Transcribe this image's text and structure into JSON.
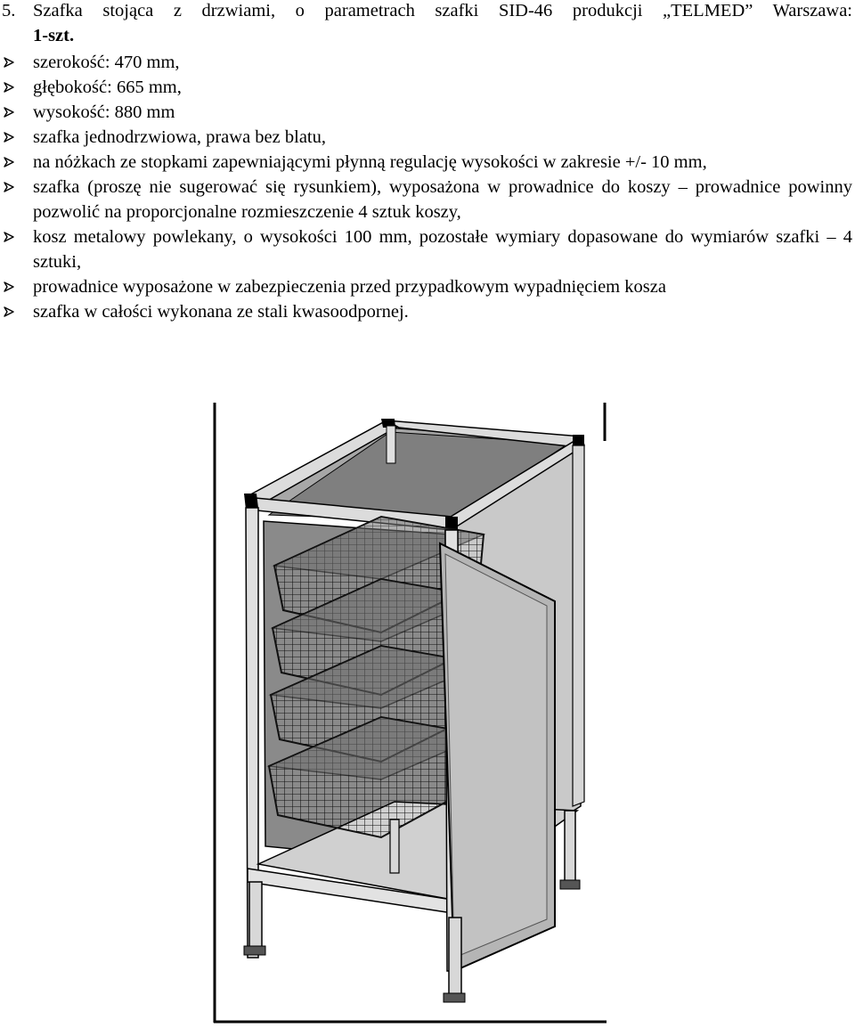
{
  "heading": {
    "number": "5.",
    "text": "Szafka stojąca z drzwiami, o parametrach szafki SID-46 produkcji „TELMED” Warszawa:",
    "quantity": "1-szt."
  },
  "items": [
    {
      "text": "szerokość: 470 mm,"
    },
    {
      "text": "głębokość: 665 mm,"
    },
    {
      "text": "wysokość: 880 mm"
    },
    {
      "text": "szafka jednodrzwiowa, prawa bez blatu,"
    },
    {
      "text": "na nóżkach ze stopkami zapewniającymi płynną regulację wysokości w zakresie +/- 10 mm,"
    },
    {
      "text": "szafka (proszę nie sugerować się rysunkiem), wyposażona w prowadnice do koszy – prowadnice powinny pozwolić na proporcjonalne rozmieszczenie 4 sztuk koszy,"
    },
    {
      "text": "kosz metalowy powlekany, o wysokości 100 mm, pozostałe wymiary dopasowane do wymiarów szafki – 4 sztuki,"
    },
    {
      "text": "prowadnice wyposażone w zabezpieczenia przed przypadkowym wypadnięciem kosza"
    },
    {
      "text": "szafka w całości wykonana ze stali kwasoodpornej."
    }
  ],
  "icons": {
    "bullet": "chevron-right-arrowhead-icon"
  },
  "colors": {
    "text": "#000000",
    "cabinet_interior": "#8a8a8a",
    "cabinet_side": "#c8c8c8",
    "frame": "#d9d9d9",
    "door": "#b4b4b4"
  }
}
